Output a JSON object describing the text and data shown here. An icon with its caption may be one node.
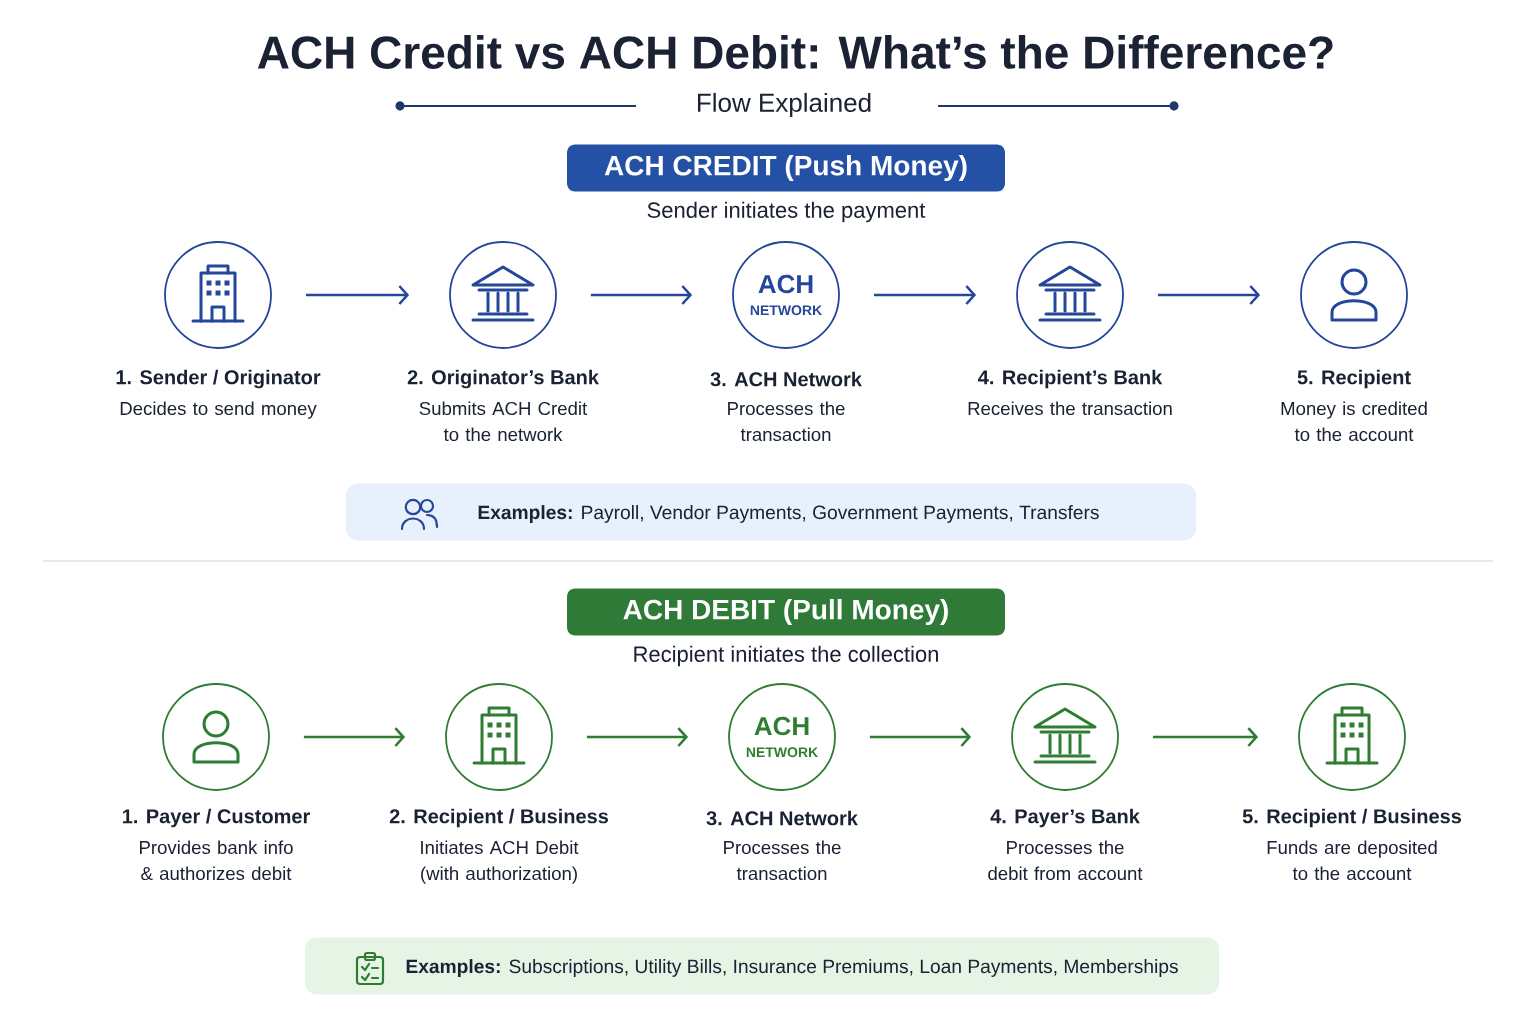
{
  "diagram": {
    "title": "ACH Credit vs ACH Debit: What’s the Difference?",
    "nodes": [
      {
        "text": [
          "ACH CREDIT (Push Money)"
        ],
        "beside": [
          "Sender initiates the payment"
        ]
      },
      {
        "text": [
          "1. Sender / Originator",
          "Decides to send money"
        ]
      },
      {
        "text": [
          "2. Originator’s Bank",
          "Submits ACH Credit to the network"
        ]
      },
      {
        "text": [
          "ACH",
          "NETWORK",
          "3. ACH Network",
          "Processes the transaction"
        ]
      },
      {
        "text": [
          "4. Recipient’s Bank",
          "Receives the transaction"
        ]
      },
      {
        "text": [
          "5. Recipient",
          "Money is credited to the account"
        ]
      },
      {
        "text": [
          "**Examples:**  Payroll, Vendor Payments, Government Payments, Transfers"
        ]
      },
      {
        "text": [
          "ACH DEBIT (Pull Money)"
        ],
        "beside": [
          "Recipient initiates the collection"
        ]
      },
      {
        "text": [
          "1. Payer / Customer",
          "Provides bank info & authorizes debit"
        ]
      },
      {
        "text": [
          "2. Recipient / Business",
          "Initiates ACH Debit (with authorization)"
        ]
      },
      {
        "text": [
          "ACH",
          "NETWORK",
          "3. ACH Network",
          "Processes the transaction"
        ]
      },
      {
        "text": [
          "4. Payer’s Bank",
          "Processes the debit from account"
        ]
      },
      {
        "text": [
          "5. Recipient / Business",
          "Funds are deposited to the account"
        ]
      },
      {
        "text": [
          "**Examples:**  Subscriptions, Utility Bills, Insurance Premiums, Loan Payments, Memberships"
        ]
      }
    ],
    "edges": [
      {
        "from": 1,
        "to": 2,
        "arrow": "to",
        "color": "#24479a"
      },
      {
        "from": 2,
        "to": 3,
        "arrow": "to",
        "color": "#24479a"
      },
      {
        "from": 3,
        "to": 4,
        "arrow": "to",
        "color": "#24479a"
      },
      {
        "from": 4,
        "to": 5,
        "arrow": "to",
        "color": "#24479a"
      },
      {
        "from": 8,
        "to": 9,
        "arrow": "to",
        "color": "#2e7d32"
      },
      {
        "from": 9,
        "to": 10,
        "arrow": "to",
        "color": "#2e7d32"
      },
      {
        "from": 10,
        "to": 11,
        "arrow": "to",
        "color": "#2e7d32"
      },
      {
        "from": 11,
        "to": 12,
        "arrow": "to",
        "color": "#2e7d32"
      }
    ],
    "labels": [
      "Flow Explained"
    ]
  }
}
